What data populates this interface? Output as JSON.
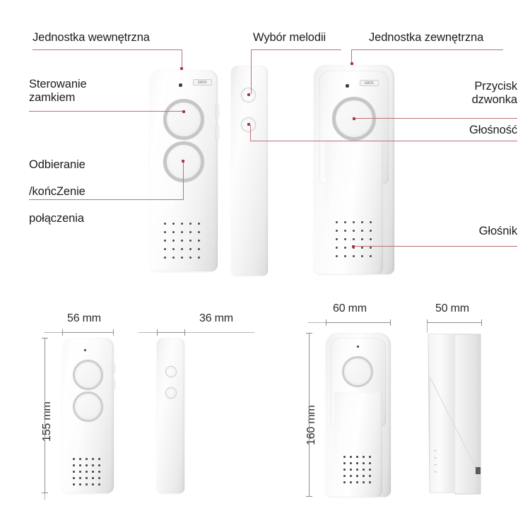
{
  "diagram": {
    "language": "pl",
    "accent_color": "#b9737a",
    "leader_dot_color": "#9e3b44",
    "text_color": "#1c1c1c",
    "dimension_color": "#8d8d8d",
    "brand_badge": "EMOS"
  },
  "callouts": {
    "indoor_unit": "Jednostka wewnętrzna",
    "lock_control": "Sterowanie\nzamkiem",
    "answer_end_call": "Odbieranie\n/końcZenie\npołączenia",
    "answer_end_call_line1": "Odbieranie",
    "answer_end_call_line2": "/końcZenie",
    "answer_end_call_line3": "połączenia",
    "melody_selection": "Wybór melodii",
    "outdoor_unit": "Jednostka zewnętrzna",
    "bell_button": "Przycisk\ndzwonka",
    "volume": "Głośność",
    "speaker": "Głośnik"
  },
  "callout_list": [
    {
      "id": "indoor-unit",
      "label": "Jednostka wewnętrzna",
      "side": "left",
      "target": "indoor unit top"
    },
    {
      "id": "lock-control",
      "label": "Sterowanie zamkiem",
      "side": "left",
      "target": "upper ring button"
    },
    {
      "id": "answer-end-call",
      "label": "Odbieranie /końcZenie połączenia",
      "side": "left",
      "target": "lower ring button"
    },
    {
      "id": "melody-selection",
      "label": "Wybór melodii",
      "side": "left",
      "target": "side button upper"
    },
    {
      "id": "outdoor-unit",
      "label": "Jednostka zewnętrzna",
      "side": "right",
      "target": "outdoor unit top"
    },
    {
      "id": "bell-button",
      "label": "Przycisk dzwonka",
      "side": "right",
      "target": "outdoor ring button"
    },
    {
      "id": "volume",
      "label": "Głośność",
      "side": "right",
      "target": "side button lower"
    },
    {
      "id": "speaker",
      "label": "Głośnik",
      "side": "right",
      "target": "outdoor speaker grille"
    }
  ],
  "dimensions": {
    "indoor": {
      "width": "56 mm",
      "height": "155 mm",
      "depth": "36 mm"
    },
    "outdoor": {
      "width": "60 mm",
      "height": "160 mm",
      "depth": "50 mm"
    }
  },
  "dimension_list": [
    {
      "id": "indoor-width",
      "value": "56 mm",
      "orientation": "horizontal"
    },
    {
      "id": "indoor-height",
      "value": "155 mm",
      "orientation": "vertical"
    },
    {
      "id": "indoor-depth",
      "value": "36 mm",
      "orientation": "horizontal"
    },
    {
      "id": "outdoor-width",
      "value": "60 mm",
      "orientation": "horizontal"
    },
    {
      "id": "outdoor-height",
      "value": "160 mm",
      "orientation": "vertical"
    },
    {
      "id": "outdoor-depth",
      "value": "50 mm",
      "orientation": "horizontal"
    }
  ]
}
